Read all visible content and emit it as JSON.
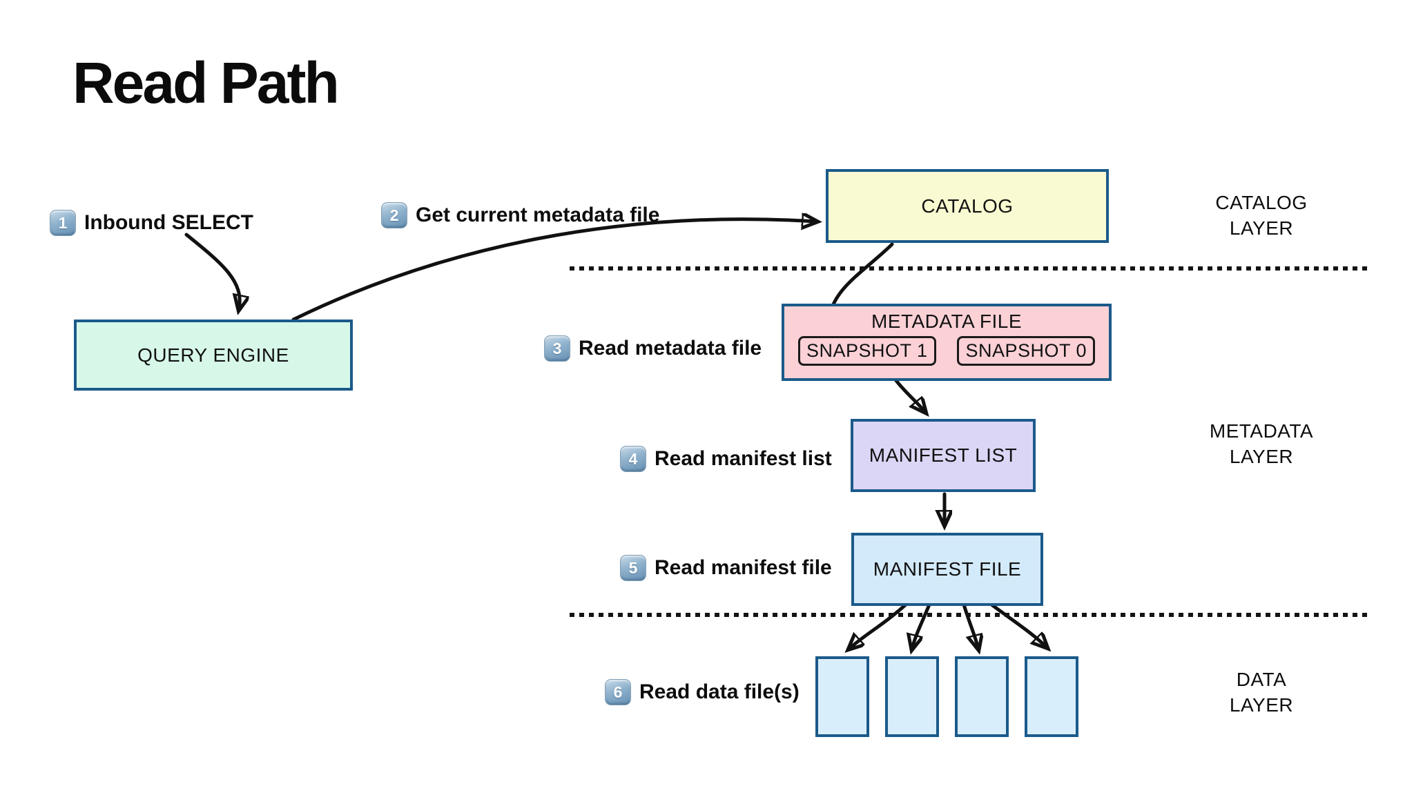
{
  "title": "Read Path",
  "colors": {
    "border_blue": "#1b5a8a",
    "catalog_fill": "#fafad2",
    "query_engine_fill": "#d7f8e9",
    "metadata_fill": "#fbd1d6",
    "manifest_list_fill": "#dcd6f6",
    "manifest_file_fill": "#d3eafa",
    "data_file_fill": "#d9eefb",
    "arrow_color": "#111111"
  },
  "steps": [
    {
      "num": "1",
      "label": "Inbound SELECT"
    },
    {
      "num": "2",
      "label": "Get current metadata file"
    },
    {
      "num": "3",
      "label": "Read metadata file"
    },
    {
      "num": "4",
      "label": "Read manifest list"
    },
    {
      "num": "5",
      "label": "Read manifest file"
    },
    {
      "num": "6",
      "label": "Read data file(s)"
    }
  ],
  "boxes": {
    "query_engine": "QUERY ENGINE",
    "catalog": "CATALOG",
    "metadata_file": "METADATA FILE",
    "snapshots": [
      "SNAPSHOT 1",
      "SNAPSHOT 0"
    ],
    "manifest_list": "MANIFEST LIST",
    "manifest_file": "MANIFEST FILE"
  },
  "layers": [
    {
      "line1": "CATALOG",
      "line2": "LAYER"
    },
    {
      "line1": "METADATA",
      "line2": "LAYER"
    },
    {
      "line1": "DATA",
      "line2": "LAYER"
    }
  ],
  "data_layer": {
    "file_count": 4
  }
}
